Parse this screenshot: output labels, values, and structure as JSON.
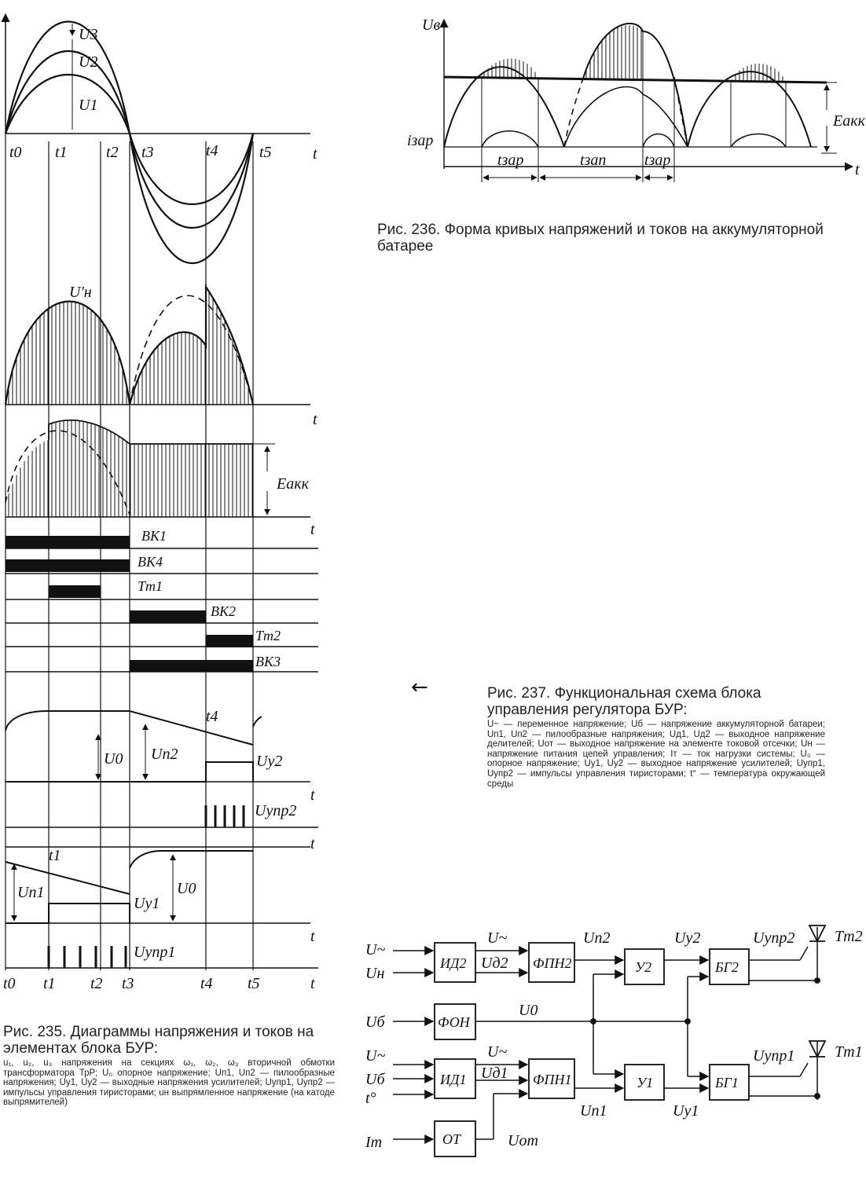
{
  "fig235": {
    "caption_title": "Рис. 235. Диаграммы напряжения и токов на элементах блока БУР:",
    "caption_body": "u₁, u₂, u₃  напряжения на секциях ω₁, ω₂, ω₃ вторичной обмотки трансформатора ТрР; U₀ опорное напряжение; Uп1, Uп2 — пилообразные напряжения; Uу1, Uу2 — выходные напряжения усилителей; Uупр1, Uупр2 — импульсы управления тиристорами; uн  выпрямленное напряжение (на катоде выпрямителей)",
    "labels": {
      "u3": "U3",
      "u2": "U2",
      "u1": "U1",
      "un": "U'н",
      "t": "t",
      "t0": "t0",
      "t1": "t1",
      "t2": "t2",
      "t3": "t3",
      "t4": "t4",
      "t5": "t5",
      "eakk": "Eакк",
      "bk1": "ВК1",
      "bk4": "ВК4",
      "tt1": "Тт1",
      "bk2": "ВК2",
      "tt2": "Тт2",
      "bk3": "ВК3",
      "u0": "U0",
      "un2": "Uп2",
      "uy2": "Uу2",
      "uupr2": "Uупр2",
      "un1": "Uп1",
      "uy1": "Uу1",
      "uupr1": "Uупр1"
    }
  },
  "fig236": {
    "caption": "Рис. 236. Форма кривых напряжений и токов на аккумуляторной батарее",
    "labels": {
      "ub": "Uв",
      "izar": "iзар",
      "tzar": "tзар",
      "tzap": "tзап",
      "tzar2": "tзар",
      "eakk": "Eакк",
      "t": "t"
    }
  },
  "fig237": {
    "caption_title": "Рис. 237. Функциональная схема блока управления регулятора БУР:",
    "caption_body": "U~ — переменное напряжение; Uб — напряжение аккумуляторной батареи; Uп1, Uп2 — пилообразные напряжения; Uд1, Uд2 — выходное напряжение делителей; Uот — выходное напряжение на элементе токовой отсечки; Uн — напряжение питания цепей управления; Iт — ток нагрузки системы; U₀ — опорное напряжение; Uу1, Uу2 — выходное напряжение усилителей; Uупр1, Uупр2 — импульсы управления тиристорами; t° — температура окружающей среды",
    "blocks": {
      "id2": "ИД2",
      "fpn2": "ФПН2",
      "y2": "У2",
      "bg2": "БГ2",
      "fon": "ФОН",
      "id1": "ИД1",
      "fpn1": "ФПН1",
      "y1": "У1",
      "bg1": "БГ1",
      "ot": "ОТ"
    },
    "signals": {
      "u_in1": "U~",
      "un_in": "Uн",
      "ub_in": "Uб",
      "u_in2": "U~",
      "ub_in2": "Uб",
      "temp": "t°",
      "it": "Iт",
      "u_tilde2": "U~",
      "ud2": "Uд2",
      "un2": "Uп2",
      "uy2": "Uу2",
      "uupr2": "Uупр2",
      "tt2": "Тт2",
      "u0": "U0",
      "u_tilde1": "U~",
      "ud1": "Uд1",
      "un1": "Uп1",
      "uy1": "Uу1",
      "uupr1": "Uупр1",
      "tt1": "Тт1",
      "uot": "Uот"
    }
  },
  "back_arrow": "←"
}
